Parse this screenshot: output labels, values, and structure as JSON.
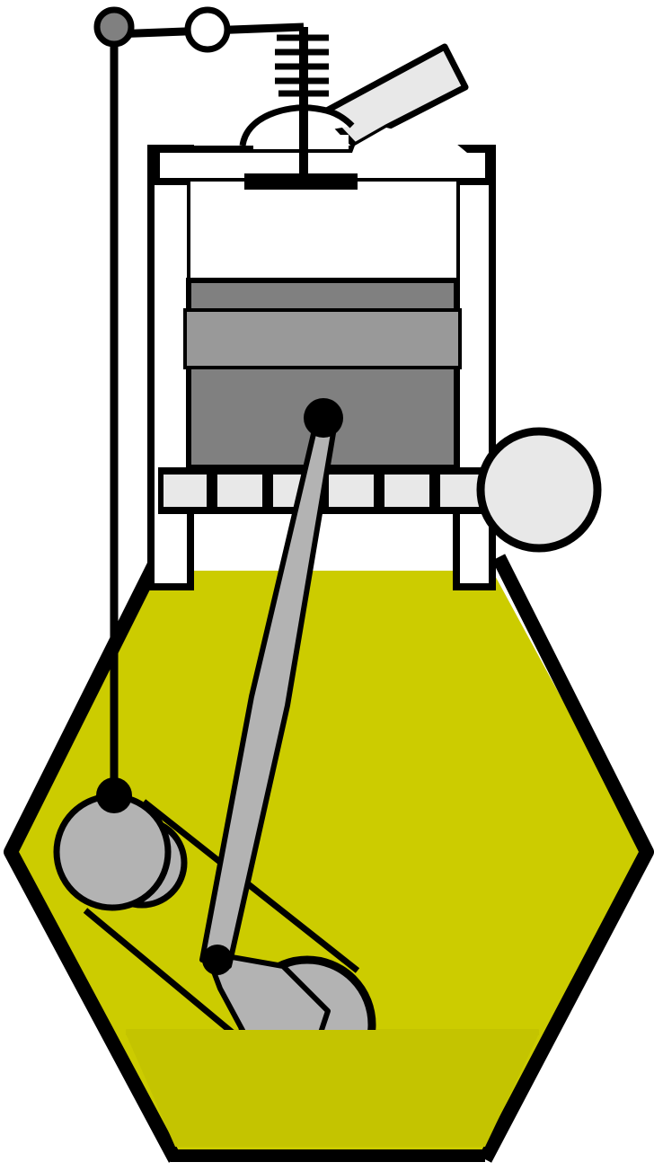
{
  "diagram": {
    "colors": {
      "background": "#ffffff",
      "outline": "#000000",
      "crankcase_oil": "#cccc00",
      "piston_body": "#808080",
      "piston_ring": "#999999",
      "rod_and_crank": "#b3b3b3",
      "light_parts": "#e8e8e8"
    },
    "parts": [
      "rocker-arm",
      "valve-spring",
      "poppet-valve",
      "intake-port",
      "cylinder-head",
      "cylinder-walls",
      "piston",
      "piston-ring",
      "wrist-pin",
      "connecting-rod",
      "crank-pin",
      "crankshaft",
      "camshaft",
      "pushrod",
      "timing-belt",
      "exhaust-port-disc",
      "crankcase",
      "oil-sump"
    ]
  }
}
